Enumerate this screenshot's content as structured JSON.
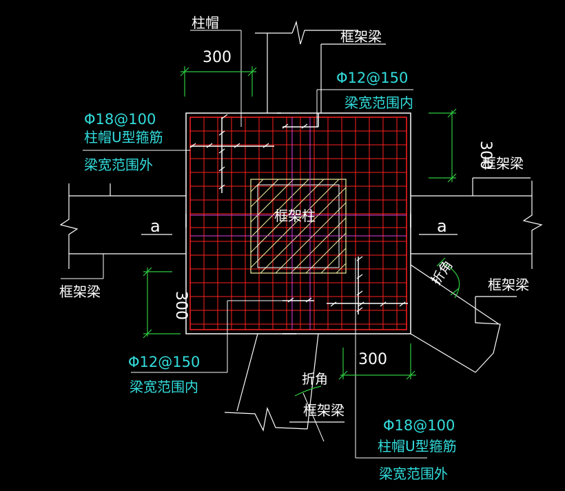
{
  "colors": {
    "background": "#000000",
    "line_white": "#ffffff",
    "grid_red": "#ff2020",
    "centerline_magenta": "#e040e0",
    "dim_green": "#2ecc40",
    "text_cyan": "#33dddd",
    "text_white": "#ffffff",
    "column_hatch": "#f5f0a0"
  },
  "labels": {
    "cap_top": "柱帽",
    "beam_top": "框架梁",
    "dim_top": "300",
    "rebar_top_spec": "Φ12@150",
    "rebar_top_note": "梁宽范围内",
    "rebar_left_spec": "Φ18@100",
    "rebar_left_name": "柱帽U型箍筋",
    "rebar_left_note": "梁宽范围外",
    "dim_right": "300",
    "beam_right": "框架梁",
    "axis_left": "a",
    "column_center": "框架柱",
    "axis_right": "a",
    "bend_right": "折角",
    "beam_left_bottom": "框架梁",
    "dim_left_bottom": "300",
    "beam_right_bottom": "框架梁",
    "rebar_bottom_spec": "Φ12@150",
    "rebar_bottom_note": "梁宽范围内",
    "dim_bottom": "300",
    "bend_bottom": "折角",
    "beam_bottom": "框架梁",
    "rebar_br_spec": "Φ18@100",
    "rebar_br_name": "柱帽U型箍筋",
    "rebar_br_note": "梁宽范围外"
  }
}
